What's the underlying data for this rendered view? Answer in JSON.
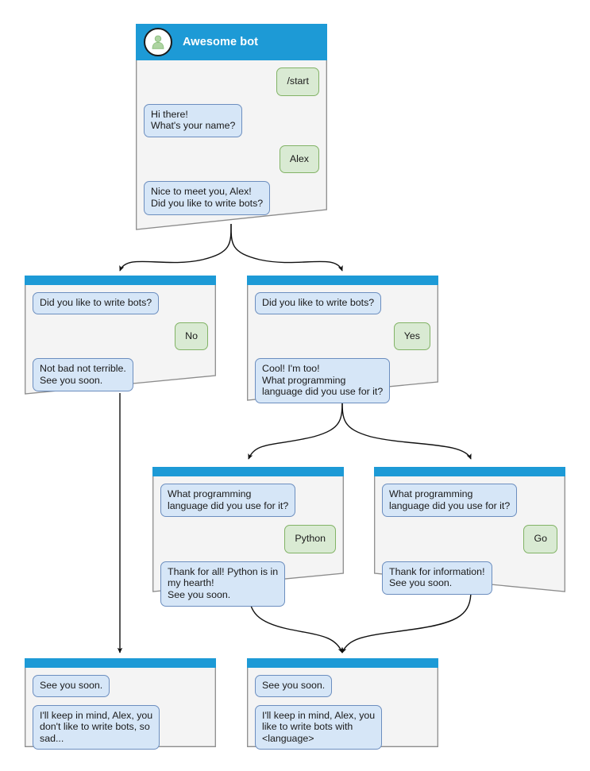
{
  "diagram": {
    "title": "Awesome bot conversation flow",
    "type": "bot-dialog-flowchart",
    "colors": {
      "header_bar": "#1d9ad6",
      "node_body": "#f4f4f4",
      "node_border": "#8c8c8c",
      "bot_bubble_fill": "#d6e6f7",
      "bot_bubble_border": "#6c8ebf",
      "user_bubble_fill": "#d9ead3",
      "user_bubble_border": "#82b366",
      "edge": "#1a1a1a",
      "avatar_person": "#aed4a2"
    }
  },
  "nodes": {
    "root": {
      "id": "root-chat-window",
      "header": {
        "title": "Awesome bot",
        "avatar_icon": "person-avatar-icon"
      },
      "messages": [
        {
          "side": "user",
          "text": "/start"
        },
        {
          "side": "bot",
          "text": "Hi there!\nWhat's your name?"
        },
        {
          "side": "user",
          "text": "Alex"
        },
        {
          "side": "bot",
          "text": "Nice to meet you, Alex!\nDid you like to write bots?"
        }
      ]
    },
    "no_branch": {
      "id": "no-branch-chat-window",
      "messages": [
        {
          "side": "bot",
          "text": "Did you like to write bots?"
        },
        {
          "side": "user",
          "text": "No"
        },
        {
          "side": "bot",
          "text": "Not bad not terrible.\nSee you soon."
        }
      ]
    },
    "yes_branch": {
      "id": "yes-branch-chat-window",
      "messages": [
        {
          "side": "bot",
          "text": "Did you like to write bots?"
        },
        {
          "side": "user",
          "text": "Yes"
        },
        {
          "side": "bot",
          "text": "Cool! I'm too!\nWhat programming\nlanguage did you use for it?"
        }
      ]
    },
    "python_branch": {
      "id": "python-branch-chat-window",
      "messages": [
        {
          "side": "bot",
          "text": "What programming\nlanguage did you use for it?"
        },
        {
          "side": "user",
          "text": "Python"
        },
        {
          "side": "bot",
          "text": "Thank for all! Python is in\nmy hearth!\nSee you soon."
        }
      ]
    },
    "go_branch": {
      "id": "go-branch-chat-window",
      "messages": [
        {
          "side": "bot",
          "text": "What programming\nlanguage did you use for it?"
        },
        {
          "side": "user",
          "text": "Go"
        },
        {
          "side": "bot",
          "text": "Thank for information!\nSee you soon."
        }
      ]
    },
    "end_sad": {
      "id": "end-sad-chat-window",
      "messages": [
        {
          "side": "bot",
          "text": "See you soon."
        },
        {
          "side": "bot",
          "text": "I'll keep in mind, Alex, you\ndon't like to write bots, so\nsad..."
        }
      ]
    },
    "end_happy": {
      "id": "end-happy-chat-window",
      "messages": [
        {
          "side": "bot",
          "text": "See you soon."
        },
        {
          "side": "bot",
          "text": "I'll keep in mind, Alex, you\nlike to write bots with\n<language>"
        }
      ]
    }
  },
  "edges": [
    {
      "from": "root",
      "to": "no_branch",
      "label": ""
    },
    {
      "from": "root",
      "to": "yes_branch",
      "label": ""
    },
    {
      "from": "no_branch",
      "to": "end_sad",
      "label": ""
    },
    {
      "from": "yes_branch",
      "to": "python_branch",
      "label": ""
    },
    {
      "from": "yes_branch",
      "to": "go_branch",
      "label": ""
    },
    {
      "from": "python_branch",
      "to": "end_happy",
      "label": ""
    },
    {
      "from": "go_branch",
      "to": "end_happy",
      "label": ""
    }
  ]
}
